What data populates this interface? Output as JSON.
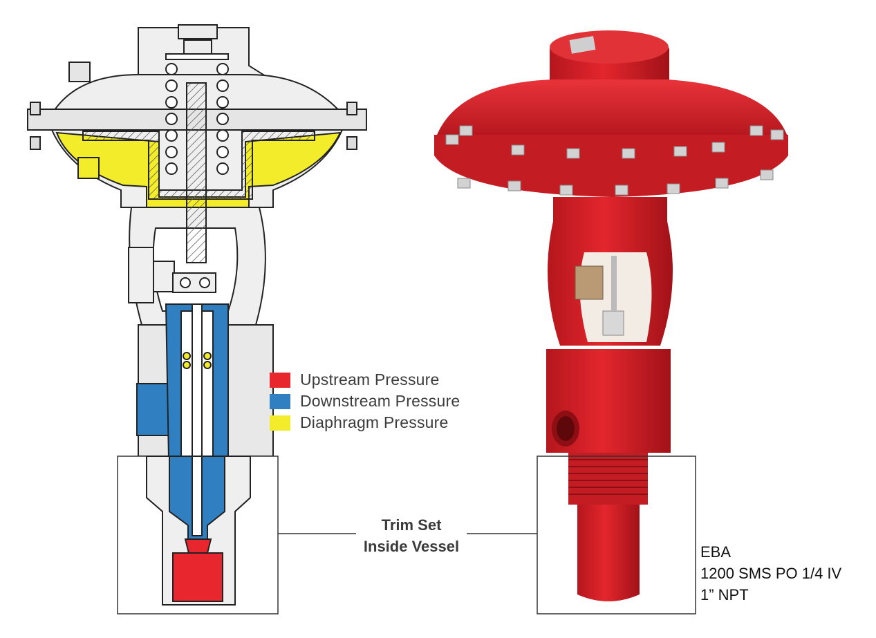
{
  "legend": {
    "items": [
      {
        "label": "Upstream Pressure",
        "color": "#e8262d"
      },
      {
        "label": "Downstream Pressure",
        "color": "#2f7fc1"
      },
      {
        "label": "Diaphragm Pressure",
        "color": "#f2ec2b"
      }
    ]
  },
  "callout": {
    "line1": "Trim Set",
    "line2": "Inside Vessel"
  },
  "model": {
    "line1": "EBA",
    "line2": "1200 SMS PO 1/4 IV",
    "line3": "1” NPT"
  },
  "colors": {
    "valve_body": "#d8232a",
    "cutaway_outline": "#222222",
    "cutaway_fill": "#ececec"
  }
}
